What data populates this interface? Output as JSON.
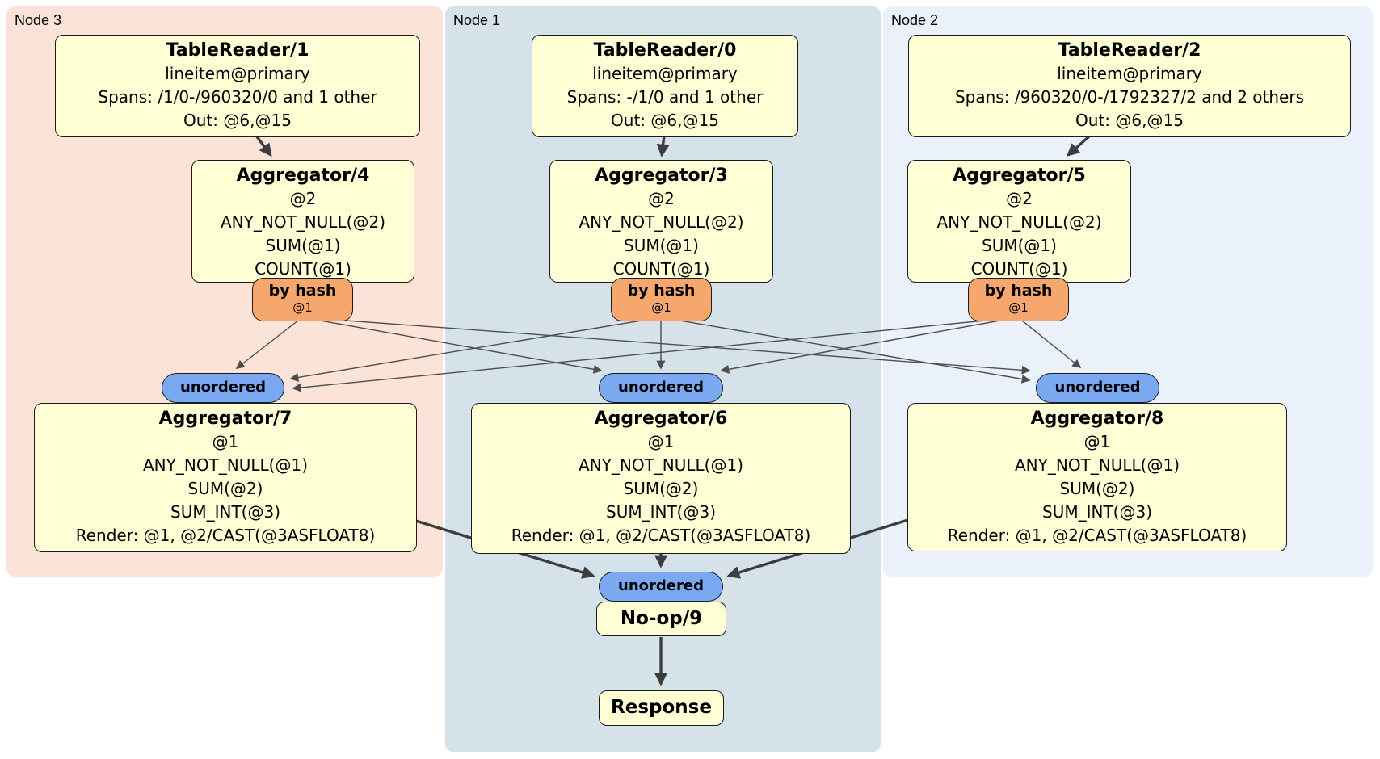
{
  "groups": {
    "node3": {
      "label": "Node 3"
    },
    "node1": {
      "label": "Node 1"
    },
    "node2": {
      "label": "Node 2"
    }
  },
  "processors": {
    "tr1": {
      "title": "TableReader/1",
      "lines": [
        "lineitem@primary",
        "Spans: /1/0-/960320/0 and 1 other",
        "Out: @6,@15"
      ]
    },
    "tr0": {
      "title": "TableReader/0",
      "lines": [
        "lineitem@primary",
        "Spans: -/1/0 and 1 other",
        "Out: @6,@15"
      ]
    },
    "tr2": {
      "title": "TableReader/2",
      "lines": [
        "lineitem@primary",
        "Spans: /960320/0-/1792327/2 and 2 others",
        "Out: @6,@15"
      ]
    },
    "agg4": {
      "title": "Aggregator/4",
      "lines": [
        "@2",
        "ANY_NOT_NULL(@2)",
        "SUM(@1)",
        "COUNT(@1)"
      ]
    },
    "agg3": {
      "title": "Aggregator/3",
      "lines": [
        "@2",
        "ANY_NOT_NULL(@2)",
        "SUM(@1)",
        "COUNT(@1)"
      ]
    },
    "agg5": {
      "title": "Aggregator/5",
      "lines": [
        "@2",
        "ANY_NOT_NULL(@2)",
        "SUM(@1)",
        "COUNT(@1)"
      ]
    },
    "agg7": {
      "title": "Aggregator/7",
      "lines": [
        "@1",
        "ANY_NOT_NULL(@1)",
        "SUM(@2)",
        "SUM_INT(@3)",
        "Render: @1, @2/CAST(@3ASFLOAT8)"
      ]
    },
    "agg6": {
      "title": "Aggregator/6",
      "lines": [
        "@1",
        "ANY_NOT_NULL(@1)",
        "SUM(@2)",
        "SUM_INT(@3)",
        "Render: @1, @2/CAST(@3ASFLOAT8)"
      ]
    },
    "agg8": {
      "title": "Aggregator/8",
      "lines": [
        "@1",
        "ANY_NOT_NULL(@1)",
        "SUM(@2)",
        "SUM_INT(@3)",
        "Render: @1, @2/CAST(@3ASFLOAT8)"
      ]
    },
    "noop": {
      "title": "No-op/9"
    },
    "response": {
      "title": "Response"
    }
  },
  "router": {
    "label": "by hash",
    "sublabel": "@1"
  },
  "sync": {
    "label": "unordered"
  },
  "colors": {
    "node3_bg": "#fce3d7",
    "node1_bg": "#d5e2ea",
    "node2_bg": "#eaf1fa",
    "processor_bg": "#ffffd6",
    "router_bg": "#f6a76e",
    "sync_bg": "#7aa9f2",
    "border": "#1b1b1b",
    "edge_thin": "#4d4d4d",
    "edge_thick": "#3d3d3d"
  }
}
